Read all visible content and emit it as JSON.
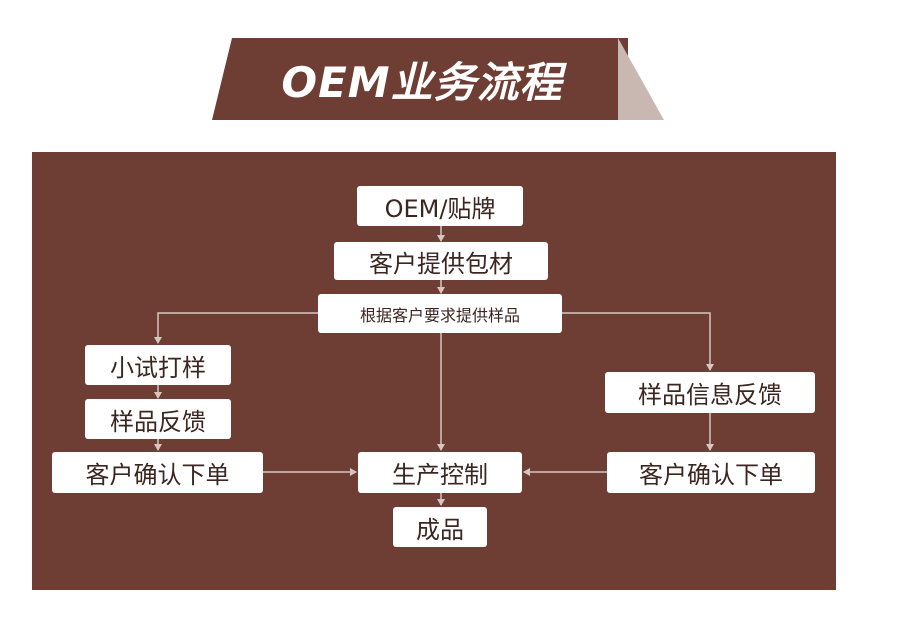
{
  "title": "OEM业务流程",
  "colors": {
    "panel": "#6e3d33",
    "box": "#ffffff",
    "text": "#3b2620",
    "line": "#d6c6c0",
    "fold": "#c9b8b2"
  },
  "nodes": {
    "oem": "OEM/贴牌",
    "packaging": "客户提供包材",
    "samples": "根据客户要求提供样品",
    "trial": "小试打样",
    "feedback_left": "样品反馈",
    "confirm_left": "客户确认下单",
    "production": "生产控制",
    "finished": "成品",
    "feedback_right": "样品信息反馈",
    "confirm_right": "客户确认下单"
  }
}
